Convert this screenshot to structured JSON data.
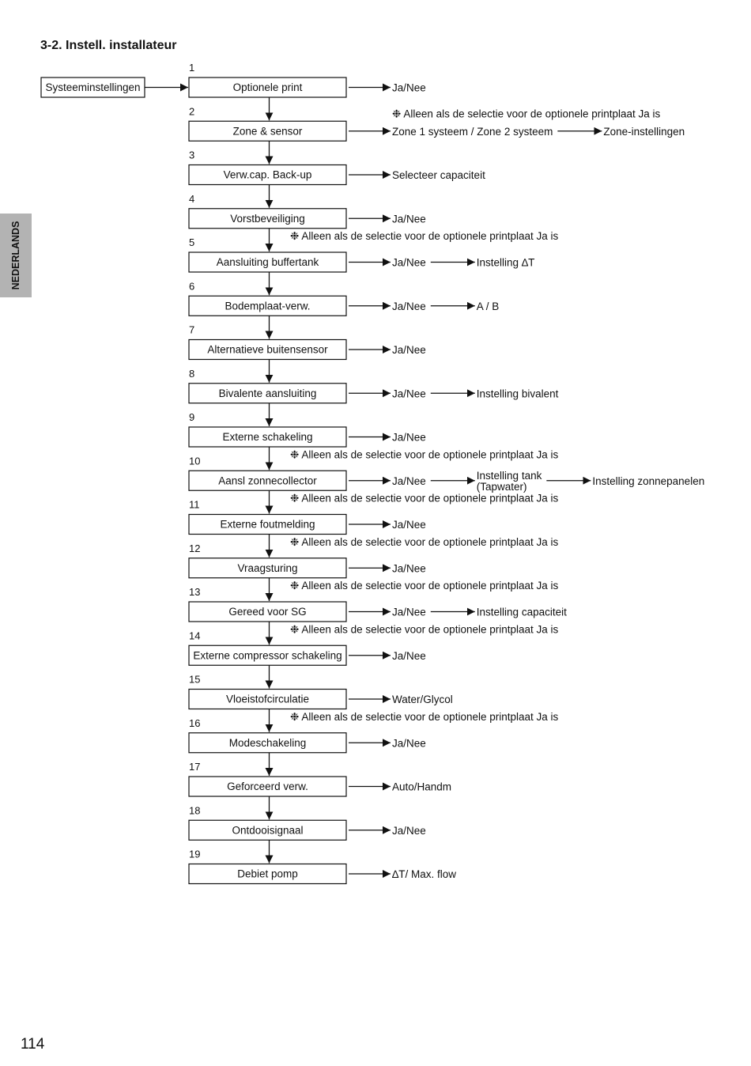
{
  "heading": "3-2. Instell. installateur",
  "side_tab": "NEDERLANDS",
  "page_number": "114",
  "start_box": "Systeeminstellingen",
  "note_symbol": "❉",
  "steps": [
    {
      "num": "1",
      "label": "Optionele print",
      "options": [
        "Ja/Nee"
      ]
    },
    {
      "num": "2",
      "label": "Zone & sensor",
      "note": "Alleen als de selectie voor de optionele printplaat Ja is",
      "options": [
        "Zone 1 systeem / Zone 2 systeem",
        "Zone-instellingen"
      ]
    },
    {
      "num": "3",
      "label": "Verw.cap. Back-up",
      "options": [
        "Selecteer capaciteit"
      ]
    },
    {
      "num": "4",
      "label": "Vorstbeveiliging",
      "options": [
        "Ja/Nee"
      ]
    },
    {
      "num": "5",
      "label": "Aansluiting buffertank",
      "note": "Alleen als de selectie voor de optionele printplaat Ja is",
      "options": [
        "Ja/Nee",
        "Instelling ∆T"
      ]
    },
    {
      "num": "6",
      "label": "Bodemplaat-verw.",
      "options": [
        "Ja/Nee",
        "A / B"
      ]
    },
    {
      "num": "7",
      "label": "Alternatieve buitensensor",
      "options": [
        "Ja/Nee"
      ]
    },
    {
      "num": "8",
      "label": "Bivalente aansluiting",
      "options": [
        "Ja/Nee",
        "Instelling bivalent"
      ]
    },
    {
      "num": "9",
      "label": "Externe schakeling",
      "options": [
        "Ja/Nee"
      ]
    },
    {
      "num": "10",
      "label": "Aansl zonnecollector",
      "note": "Alleen als de selectie voor de optionele printplaat Ja is",
      "options": [
        "Ja/Nee",
        "Instelling tank|(Tapwater)",
        "Instelling zonnepanelen"
      ]
    },
    {
      "num": "11",
      "label": "Externe foutmelding",
      "note": "Alleen als de selectie voor de optionele printplaat Ja is",
      "options": [
        "Ja/Nee"
      ]
    },
    {
      "num": "12",
      "label": "Vraagsturing",
      "note": "Alleen als de selectie voor de optionele printplaat Ja is",
      "options": [
        "Ja/Nee"
      ]
    },
    {
      "num": "13",
      "label": "Gereed voor SG",
      "note": "Alleen als de selectie voor de optionele printplaat Ja is",
      "options": [
        "Ja/Nee",
        "Instelling capaciteit"
      ]
    },
    {
      "num": "14",
      "label": "Externe compressor schakeling",
      "note": "Alleen als de selectie voor de optionele printplaat Ja is",
      "options": [
        "Ja/Nee"
      ]
    },
    {
      "num": "15",
      "label": "Vloeistofcirculatie",
      "options": [
        "Water/Glycol"
      ]
    },
    {
      "num": "16",
      "label": "Modeschakeling",
      "note": "Alleen als de selectie voor de optionele printplaat Ja is",
      "options": [
        "Ja/Nee"
      ]
    },
    {
      "num": "17",
      "label": "Geforceerd verw.",
      "options": [
        "Auto/Handm"
      ]
    },
    {
      "num": "18",
      "label": "Ontdooisignaal",
      "options": [
        "Ja/Nee"
      ]
    },
    {
      "num": "19",
      "label": "Debiet pomp",
      "options": [
        "∆T/ Max. flow"
      ]
    }
  ]
}
